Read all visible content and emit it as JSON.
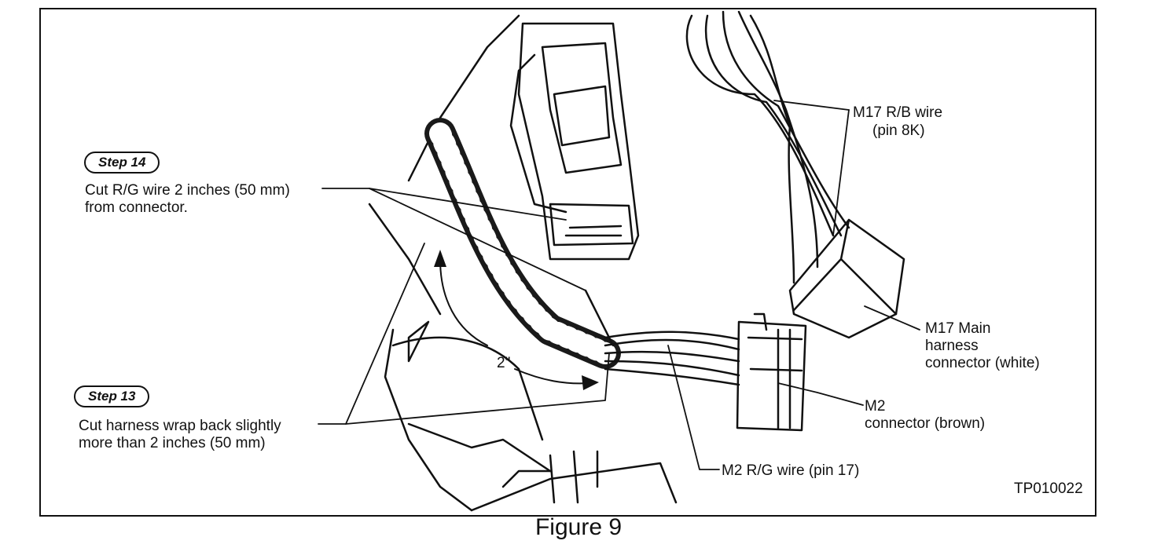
{
  "steps": {
    "step14": {
      "badge": "Step 14",
      "lines": [
        "Cut R/G wire 2 inches (50 mm)",
        "from connector."
      ]
    },
    "step13": {
      "badge": "Step 13",
      "lines": [
        "Cut harness wrap back slightly",
        "more than 2 inches (50 mm)"
      ]
    }
  },
  "callouts": {
    "m17_wire": [
      "M17 R/B wire",
      "(pin 8K)"
    ],
    "m17_connector": [
      "M17 Main",
      "harness",
      "connector (white)"
    ],
    "m2_connector": [
      "M2",
      "connector (brown)"
    ],
    "m2_wire": "M2 R/G wire (pin 17)"
  },
  "dimension": "2\"",
  "ref_code": "TP010022",
  "caption": "Figure 9"
}
